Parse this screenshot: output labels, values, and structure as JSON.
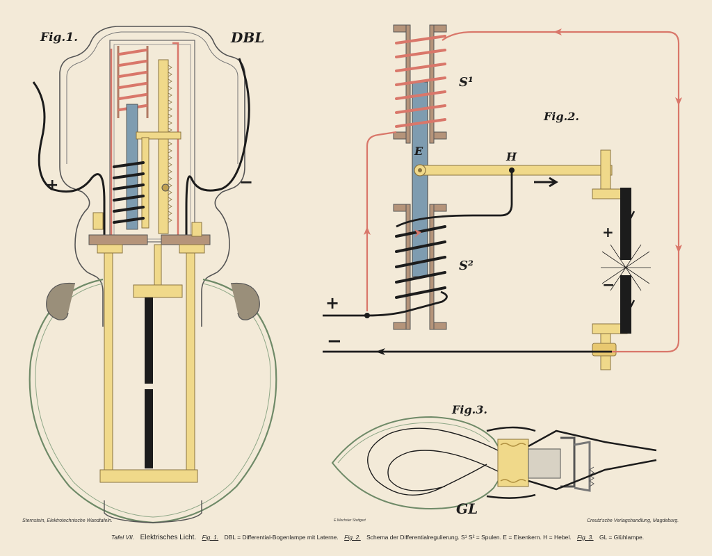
{
  "colors": {
    "background": "#f3ead8",
    "coil_red": "#d9776a",
    "iron_blue": "#7e9cb0",
    "brass": "#f0d98a",
    "wire": "#1c1c1c",
    "copper": "#b5947a"
  },
  "fig1": {
    "title": "Fig.1.",
    "code": "DBL",
    "plus": "+",
    "minus": "−"
  },
  "fig2": {
    "title": "Fig.2.",
    "s1": "S¹",
    "s2": "S²",
    "e": "E",
    "h": "H",
    "plus_left": "+",
    "minus_left": "−",
    "plus_carbon": "+",
    "minus_carbon": "−"
  },
  "fig3": {
    "title": "Fig.3.",
    "code": "GL"
  },
  "footer": {
    "left": "Sternstein, Elektrotechnische Wandtafeln.",
    "center": "E.Wechsler Stuttgart",
    "right": "Creutz'sche Verlagshandlung, Magdeburg."
  },
  "caption": {
    "tafel": "Tafel VII.",
    "subject": "Elektrisches Licht.",
    "fig1_ref": "Fig. 1.",
    "fig1_text": "DBL = Differential-Bogenlampe mit Laterne.",
    "fig2_ref": "Fig. 2.",
    "fig2_text": "Schema der Differentialregulierung.  S¹ S² = Spulen.   E = Eisenkern.   H = Hebel.",
    "fig3_ref": "Fig. 3.",
    "fig3_text": "GL = Glühlampe."
  }
}
